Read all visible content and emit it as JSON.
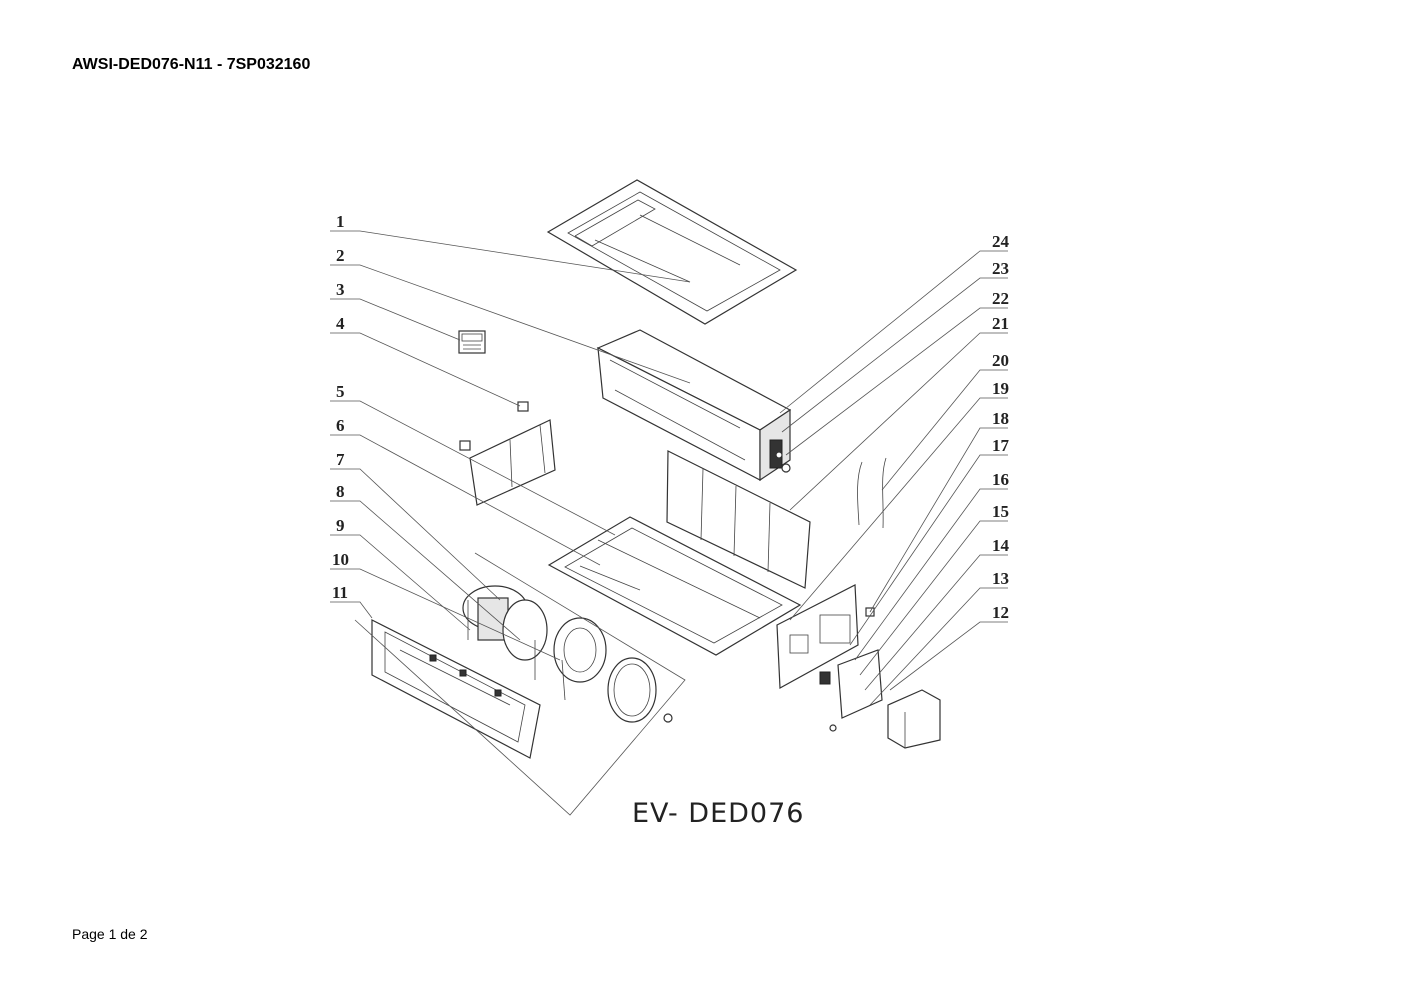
{
  "document": {
    "title": "AWSI-DED076-N11 - 7SP032160",
    "footer": "Page 1 de 2"
  },
  "diagram": {
    "model_label": "EV- DED076",
    "callouts_left": [
      "1",
      "2",
      "3",
      "4",
      "5",
      "6",
      "7",
      "8",
      "9",
      "10",
      "11"
    ],
    "callouts_right": [
      "24",
      "23",
      "22",
      "21",
      "20",
      "19",
      "18",
      "17",
      "16",
      "15",
      "14",
      "13",
      "12"
    ]
  }
}
